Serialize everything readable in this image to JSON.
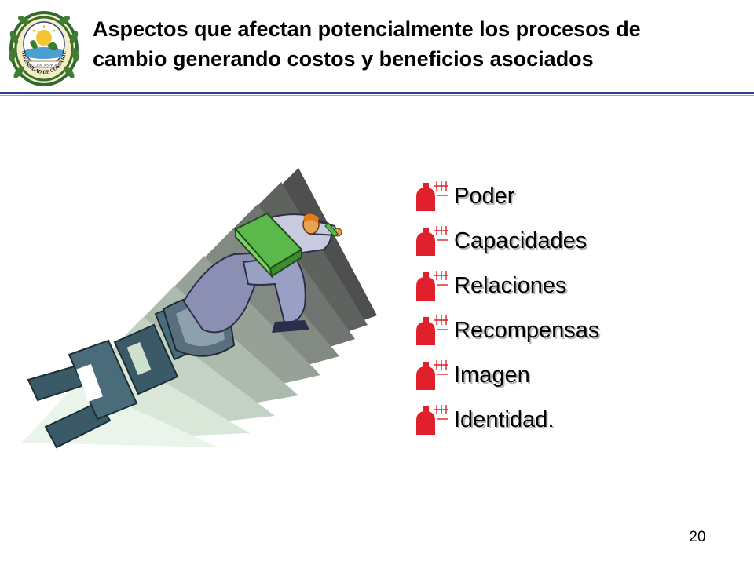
{
  "header": {
    "title_line1": "Aspectos que afectan potencialmente los procesos de",
    "title_line2": "cambio generando costos y beneficios asociados",
    "logo": {
      "ring_text": "UNIVERSIDAD DE COSTA RICA",
      "banner_text": "LUCEM ASPICIO",
      "icon": "university-seal-icon"
    },
    "rule_color": "#2e3f8f"
  },
  "bullets": {
    "icon": "bomb-icon",
    "icon_color": "#e0202a",
    "items": [
      "Poder",
      "Capacidades",
      "Relaciones",
      "Recompensas",
      "Imagen",
      "Identidad."
    ]
  },
  "illustration": {
    "icon": "man-breaking-chain-icon",
    "book_color": "#5bb84a",
    "chain_color": "#3a5a68"
  },
  "footer": {
    "page_number": "20"
  }
}
